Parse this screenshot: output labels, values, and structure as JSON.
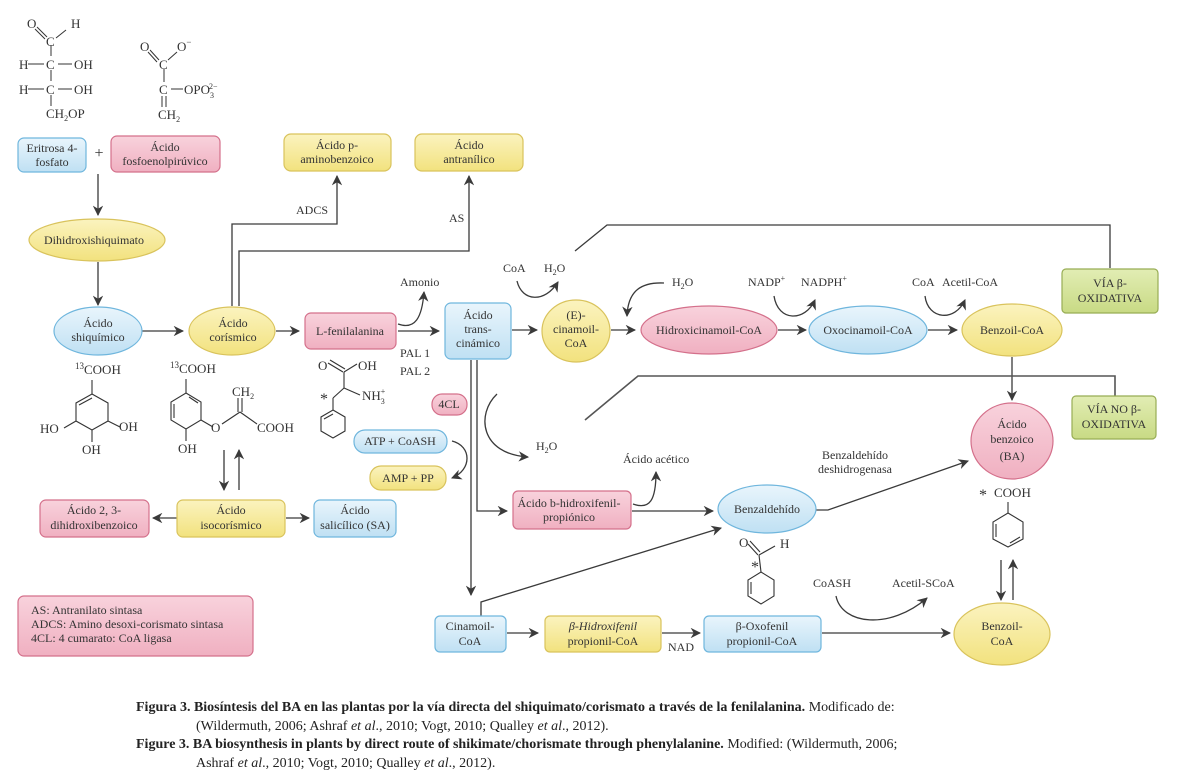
{
  "colors": {
    "blue_fill": "#d6ecf8",
    "blue_stroke": "#6fb6dd",
    "pink_fill": "#f4bfcc",
    "pink_stroke": "#d4708b",
    "yellow_fill": "#f7ea9c",
    "yellow_stroke": "#d9c35c",
    "green_fill": "#d4e39a",
    "green_stroke": "#98ad55",
    "line": "#3a3a3a"
  },
  "structures": {
    "erythrose": {
      "o": "O",
      "h": "H",
      "c1": "C",
      "row2": [
        "H",
        "C",
        "OH"
      ],
      "row3": [
        "H",
        "C",
        "OH"
      ],
      "bottom": "CH",
      "bottom_sub": "2",
      "bottom_tail": "OP"
    },
    "pep": {
      "o": "O",
      "o_minus": "O",
      "minus": "−",
      "c1": "C",
      "c2": "C",
      "opo": "OPO",
      "opo_sub": "3",
      "opo_sup": "2−",
      "ch2": "CH",
      "ch2_sub": "2"
    },
    "shikimic": {
      "label_sup": "13",
      "label": "COOH",
      "ho": "HO",
      "oh_right": "OH",
      "oh_bottom": "OH"
    },
    "chorismic": {
      "label_sup": "13",
      "label": "COOH",
      "ch2": "CH",
      "ch2_sub": "2",
      "o": "O",
      "cooh": "COOH",
      "oh_bottom": "OH"
    },
    "phenylalanine": {
      "o": "O",
      "oh": "OH",
      "star": "*",
      "nh": "NH",
      "nh_sub": "3",
      "nh_sup": "+"
    },
    "benzaldehyde": {
      "o": "O",
      "h": "H",
      "star": "*"
    },
    "benzoic": {
      "star": "*",
      "cooh": "COOH"
    }
  },
  "nodes": {
    "eritrosa": [
      "Eritrosa 4-",
      "fosfato"
    ],
    "plus": "+",
    "fosfoenol": [
      "Ácido",
      "fosfoenolpirúvico"
    ],
    "paminobenzoico": [
      "Ácido p-",
      "aminobenzoico"
    ],
    "antranilico": [
      "Ácido",
      "antranílico"
    ],
    "dihidroxishiquimato": "Dihidroxishiquimato",
    "shiquimico": [
      "Ácido",
      "shiquímico"
    ],
    "corismico": [
      "Ácido",
      "corísmico"
    ],
    "fenilalanina": "L-fenilalanina",
    "transcinamico": [
      "Ácido",
      "trans-",
      "cinámico"
    ],
    "cinamoilcoa": [
      "(E)-",
      "cinamoil-",
      "CoA"
    ],
    "hidroxicinamoil": "Hidroxicinamoil-CoA",
    "oxocinamoil": "Oxocinamoil-CoA",
    "benzoilcoa_top": "Benzoil-CoA",
    "via_beta": [
      "VÍA β-",
      "OXIDATIVA"
    ],
    "via_no_beta": [
      "VÍA NO β-",
      "OXIDATIVA"
    ],
    "benzoico": [
      "Ácido",
      "benzoico",
      "(BA)"
    ],
    "dihidroxibenzoico": [
      "Ácido 2, 3-",
      "dihidroxibenzoico"
    ],
    "isocorismico": [
      "Ácido",
      "isocorísmico"
    ],
    "salicilico": [
      "Ácido",
      "salicílico (SA)"
    ],
    "cl4": "4CL",
    "atp": "ATP + CoASH",
    "amp": "AMP + PP",
    "bhidroxifenil": [
      "Ácido b-hidroxifenil-",
      "propiónico"
    ],
    "benzaldehido": "Benzaldehído",
    "cinamoil_low": [
      "Cinamoil-",
      "CoA"
    ],
    "bhidroxifenil_coa": [
      "β-Hidroxifenil",
      "propionil-CoA"
    ],
    "boxofenil": [
      "β-Oxofenil",
      "propionil-CoA"
    ],
    "benzoilcoa_low": [
      "Benzoil-",
      "CoA"
    ]
  },
  "labels": {
    "adcs": "ADCS",
    "as": "AS",
    "amonio": "Amonio",
    "pal1": "PAL 1",
    "pal2": "PAL 2",
    "coa1": "CoA",
    "h2o_1": "H",
    "h2o_1_sub": "2",
    "h2o_1_tail": "O",
    "h2o_2": "H",
    "h2o_2_sub": "2",
    "h2o_2_tail": "O",
    "nadp": "NADP",
    "nadp_sup": "+",
    "nadph": "NADPH",
    "nadph_sup": "+",
    "coa2": "CoA",
    "acetilcoa": "Acetil-CoA",
    "h2o_3": "H",
    "h2o_3_sub": "2",
    "h2o_3_tail": "O",
    "acido_acetico": "Ácido acético",
    "benz_deshidro": [
      "Benzaldehído",
      "deshidrogenasa"
    ],
    "nad": "NAD",
    "coash": "CoASH",
    "acetil_scoa": "Acetil-SCoA"
  },
  "legend": [
    "AS: Antranilato sintasa",
    "ADCS: Amino desoxi-corismato sintasa",
    "4CL: 4 cumarato: CoA ligasa"
  ],
  "caption": {
    "es_bold": "Figura 3. Biosíntesis del BA en las plantas por la vía directa del shiquimato/corismato a través de la fenilalanina.",
    "es_rest": " Modificado de:",
    "es_line2_a": "(Wildermuth, 2006; Ashraf ",
    "es_line2_etal1": "et al",
    "es_line2_b": "., 2010; Vogt, 2010; Qualley ",
    "es_line2_etal2": "et al",
    "es_line2_c": "., 2012).",
    "en_bold": "Figure 3. BA biosynthesis in plants by direct route of shikimate/chorismate through phenylalanine.",
    "en_rest": " Modified: (Wildermuth, 2006;",
    "en_line2_a": "Ashraf ",
    "en_line2_etal1": "et al",
    "en_line2_b": "., 2010; Vogt, 2010; Qualley ",
    "en_line2_etal2": "et al",
    "en_line2_c": "., 2012)."
  }
}
